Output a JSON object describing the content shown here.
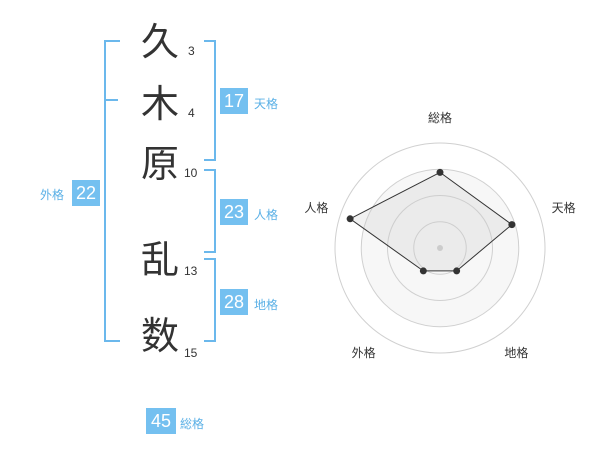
{
  "name_chars": [
    {
      "char": "久",
      "strokes": "3"
    },
    {
      "char": "木",
      "strokes": "4"
    },
    {
      "char": "原",
      "strokes": "10"
    },
    {
      "char": "乱",
      "strokes": "13"
    },
    {
      "char": "数",
      "strokes": "15"
    }
  ],
  "fortunes": {
    "tenkaku": {
      "value": "17",
      "label": "天格"
    },
    "jinkaku": {
      "value": "23",
      "label": "人格"
    },
    "chikaku": {
      "value": "28",
      "label": "地格"
    },
    "gaikaku": {
      "value": "22",
      "label": "外格"
    },
    "soukaku": {
      "value": "45",
      "label": "総格"
    }
  },
  "colors": {
    "accent": "#74c0f0",
    "bracket": "#6bb8ec",
    "text": "#333333"
  },
  "chart_data": {
    "type": "radar",
    "axes": [
      "総格",
      "天格",
      "地格",
      "外格",
      "人格"
    ],
    "values": [
      3.6,
      3.6,
      1.35,
      1.35,
      4.5
    ],
    "rmax": 5,
    "rings": 4
  }
}
